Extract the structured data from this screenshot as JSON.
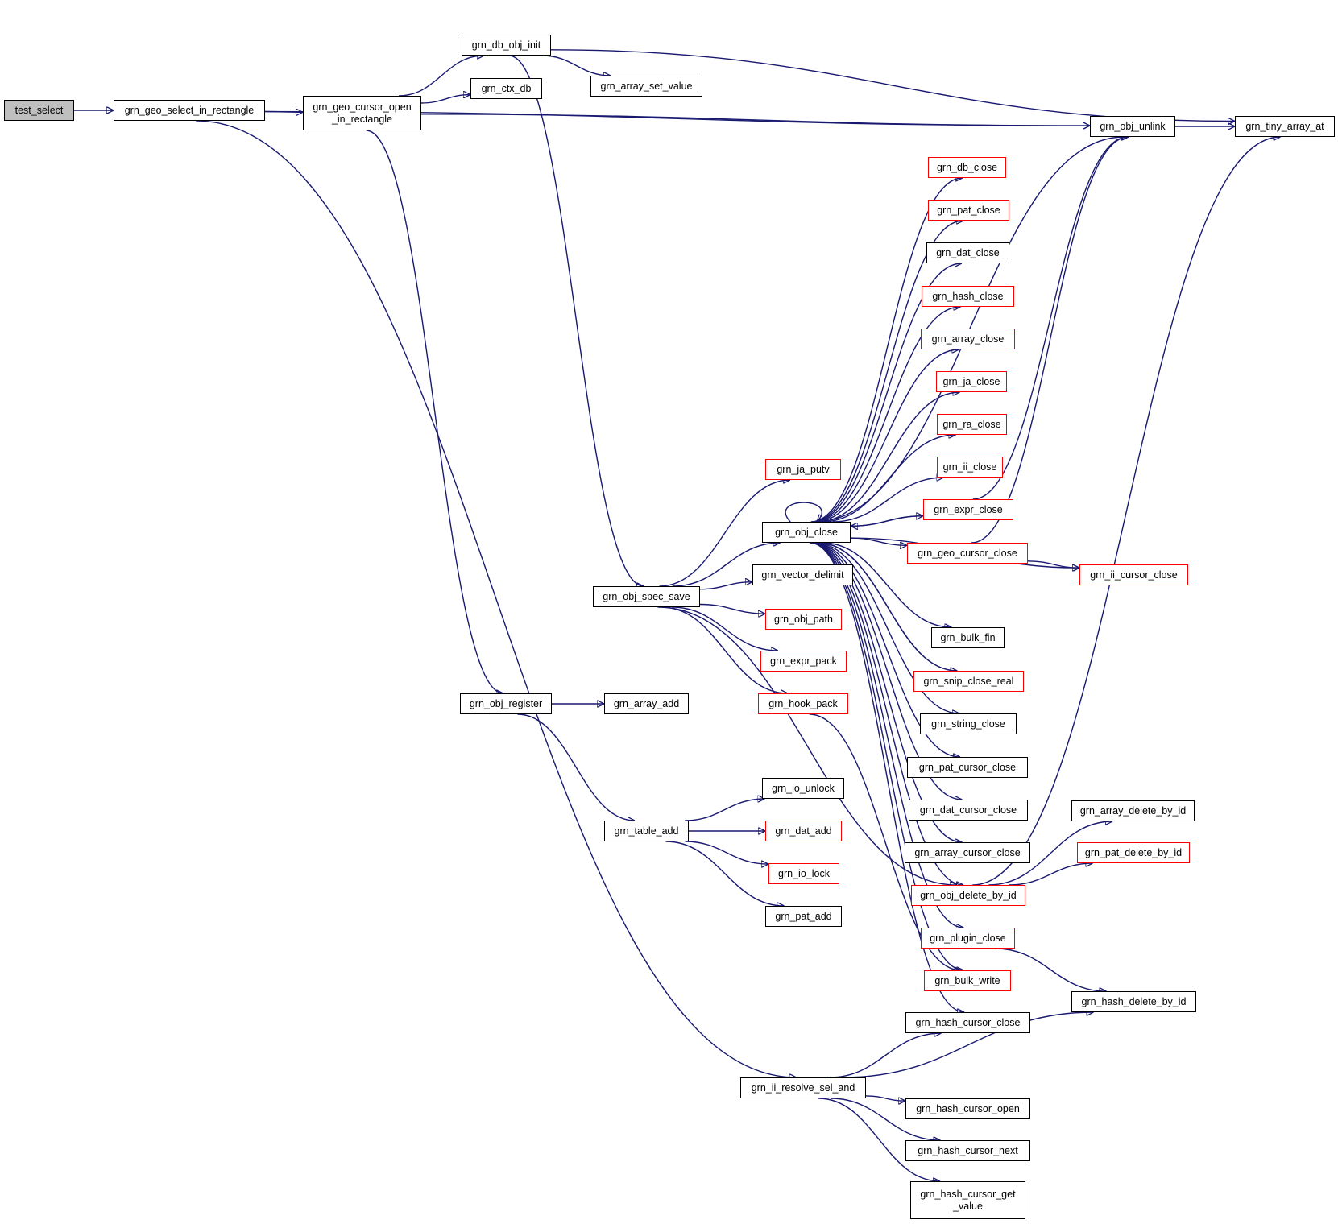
{
  "graph": {
    "nodes": [
      {
        "id": "test_select",
        "label": "test_select",
        "style": "root"
      },
      {
        "id": "grn_geo_select_in_rectangle",
        "label": "grn_geo_select_in_rectangle",
        "style": "normal"
      },
      {
        "id": "grn_geo_cursor_open_in_rectangle",
        "label": "grn_geo_cursor_open\n_in_rectangle",
        "style": "normal"
      },
      {
        "id": "grn_db_obj_init",
        "label": "grn_db_obj_init",
        "style": "normal"
      },
      {
        "id": "grn_ctx_db",
        "label": "grn_ctx_db",
        "style": "normal"
      },
      {
        "id": "grn_array_set_value",
        "label": "grn_array_set_value",
        "style": "normal"
      },
      {
        "id": "grn_obj_unlink",
        "label": "grn_obj_unlink",
        "style": "normal"
      },
      {
        "id": "grn_tiny_array_at",
        "label": "grn_tiny_array_at",
        "style": "normal"
      },
      {
        "id": "grn_db_close",
        "label": "grn_db_close",
        "style": "red"
      },
      {
        "id": "grn_pat_close",
        "label": "grn_pat_close",
        "style": "red"
      },
      {
        "id": "grn_dat_close",
        "label": "grn_dat_close",
        "style": "normal"
      },
      {
        "id": "grn_hash_close",
        "label": "grn_hash_close",
        "style": "red"
      },
      {
        "id": "grn_array_close",
        "label": "grn_array_close",
        "style": "red"
      },
      {
        "id": "grn_ja_close",
        "label": "grn_ja_close",
        "style": "red"
      },
      {
        "id": "grn_ra_close",
        "label": "grn_ra_close",
        "style": "red"
      },
      {
        "id": "grn_ii_close",
        "label": "grn_ii_close",
        "style": "red"
      },
      {
        "id": "grn_ja_putv",
        "label": "grn_ja_putv",
        "style": "red"
      },
      {
        "id": "grn_expr_close",
        "label": "grn_expr_close",
        "style": "red"
      },
      {
        "id": "grn_obj_close",
        "label": "grn_obj_close",
        "style": "normal"
      },
      {
        "id": "grn_geo_cursor_close",
        "label": "grn_geo_cursor_close",
        "style": "red"
      },
      {
        "id": "grn_ii_cursor_close",
        "label": "grn_ii_cursor_close",
        "style": "red"
      },
      {
        "id": "grn_vector_delimit",
        "label": "grn_vector_delimit",
        "style": "normal"
      },
      {
        "id": "grn_obj_spec_save",
        "label": "grn_obj_spec_save",
        "style": "normal"
      },
      {
        "id": "grn_obj_path",
        "label": "grn_obj_path",
        "style": "red"
      },
      {
        "id": "grn_bulk_fin",
        "label": "grn_bulk_fin",
        "style": "normal"
      },
      {
        "id": "grn_expr_pack",
        "label": "grn_expr_pack",
        "style": "red"
      },
      {
        "id": "grn_snip_close_real",
        "label": "grn_snip_close_real",
        "style": "red"
      },
      {
        "id": "grn_obj_register",
        "label": "grn_obj_register",
        "style": "normal"
      },
      {
        "id": "grn_array_add",
        "label": "grn_array_add",
        "style": "normal"
      },
      {
        "id": "grn_hook_pack",
        "label": "grn_hook_pack",
        "style": "red"
      },
      {
        "id": "grn_string_close",
        "label": "grn_string_close",
        "style": "normal"
      },
      {
        "id": "grn_pat_cursor_close",
        "label": "grn_pat_cursor_close",
        "style": "normal"
      },
      {
        "id": "grn_io_unlock",
        "label": "grn_io_unlock",
        "style": "normal"
      },
      {
        "id": "grn_array_delete_by_id",
        "label": "grn_array_delete_by_id",
        "style": "normal"
      },
      {
        "id": "grn_dat_cursor_close",
        "label": "grn_dat_cursor_close",
        "style": "normal"
      },
      {
        "id": "grn_table_add",
        "label": "grn_table_add",
        "style": "normal"
      },
      {
        "id": "grn_dat_add",
        "label": "grn_dat_add",
        "style": "red"
      },
      {
        "id": "grn_array_cursor_close",
        "label": "grn_array_cursor_close",
        "style": "normal"
      },
      {
        "id": "grn_pat_delete_by_id",
        "label": "grn_pat_delete_by_id",
        "style": "red"
      },
      {
        "id": "grn_io_lock",
        "label": "grn_io_lock",
        "style": "red"
      },
      {
        "id": "grn_obj_delete_by_id",
        "label": "grn_obj_delete_by_id",
        "style": "red"
      },
      {
        "id": "grn_pat_add",
        "label": "grn_pat_add",
        "style": "normal"
      },
      {
        "id": "grn_plugin_close",
        "label": "grn_plugin_close",
        "style": "red"
      },
      {
        "id": "grn_bulk_write",
        "label": "grn_bulk_write",
        "style": "red"
      },
      {
        "id": "grn_hash_delete_by_id",
        "label": "grn_hash_delete_by_id",
        "style": "normal"
      },
      {
        "id": "grn_hash_cursor_close",
        "label": "grn_hash_cursor_close",
        "style": "normal"
      },
      {
        "id": "grn_ii_resolve_sel_and",
        "label": "grn_ii_resolve_sel_and",
        "style": "normal"
      },
      {
        "id": "grn_hash_cursor_open",
        "label": "grn_hash_cursor_open",
        "style": "normal"
      },
      {
        "id": "grn_hash_cursor_next",
        "label": "grn_hash_cursor_next",
        "style": "normal"
      },
      {
        "id": "grn_hash_cursor_get_value",
        "label": "grn_hash_cursor_get\n_value",
        "style": "normal"
      }
    ],
    "edges": [
      [
        "test_select",
        "grn_geo_select_in_rectangle"
      ],
      [
        "grn_geo_select_in_rectangle",
        "grn_geo_cursor_open_in_rectangle"
      ],
      [
        "grn_geo_select_in_rectangle",
        "grn_obj_unlink"
      ],
      [
        "grn_geo_select_in_rectangle",
        "grn_ii_resolve_sel_and"
      ],
      [
        "grn_geo_cursor_open_in_rectangle",
        "grn_db_obj_init"
      ],
      [
        "grn_geo_cursor_open_in_rectangle",
        "grn_ctx_db"
      ],
      [
        "grn_geo_cursor_open_in_rectangle",
        "grn_obj_unlink"
      ],
      [
        "grn_geo_cursor_open_in_rectangle",
        "grn_obj_register"
      ],
      [
        "grn_db_obj_init",
        "grn_array_set_value"
      ],
      [
        "grn_db_obj_init",
        "grn_tiny_array_at"
      ],
      [
        "grn_db_obj_init",
        "grn_obj_spec_save"
      ],
      [
        "grn_obj_unlink",
        "grn_tiny_array_at"
      ],
      [
        "grn_obj_unlink",
        "grn_obj_close"
      ],
      [
        "grn_obj_spec_save",
        "grn_ja_putv"
      ],
      [
        "grn_obj_spec_save",
        "grn_obj_close"
      ],
      [
        "grn_obj_spec_save",
        "grn_vector_delimit"
      ],
      [
        "grn_obj_spec_save",
        "grn_obj_path"
      ],
      [
        "grn_obj_spec_save",
        "grn_expr_pack"
      ],
      [
        "grn_obj_spec_save",
        "grn_hook_pack"
      ],
      [
        "grn_obj_spec_save",
        "grn_obj_delete_by_id"
      ],
      [
        "grn_obj_close",
        "grn_obj_close"
      ],
      [
        "grn_obj_close",
        "grn_db_close"
      ],
      [
        "grn_obj_close",
        "grn_pat_close"
      ],
      [
        "grn_obj_close",
        "grn_dat_close"
      ],
      [
        "grn_obj_close",
        "grn_hash_close"
      ],
      [
        "grn_obj_close",
        "grn_array_close"
      ],
      [
        "grn_obj_close",
        "grn_ja_close"
      ],
      [
        "grn_obj_close",
        "grn_ra_close"
      ],
      [
        "grn_obj_close",
        "grn_ii_close"
      ],
      [
        "grn_obj_close",
        "grn_expr_close"
      ],
      [
        "grn_obj_close",
        "grn_geo_cursor_close"
      ],
      [
        "grn_obj_close",
        "grn_ii_cursor_close"
      ],
      [
        "grn_obj_close",
        "grn_bulk_fin"
      ],
      [
        "grn_obj_close",
        "grn_snip_close_real"
      ],
      [
        "grn_obj_close",
        "grn_string_close"
      ],
      [
        "grn_obj_close",
        "grn_pat_cursor_close"
      ],
      [
        "grn_obj_close",
        "grn_dat_cursor_close"
      ],
      [
        "grn_obj_close",
        "grn_array_cursor_close"
      ],
      [
        "grn_obj_close",
        "grn_obj_delete_by_id"
      ],
      [
        "grn_obj_close",
        "grn_plugin_close"
      ],
      [
        "grn_obj_close",
        "grn_bulk_write"
      ],
      [
        "grn_obj_close",
        "grn_hash_cursor_close"
      ],
      [
        "grn_expr_close",
        "grn_obj_close"
      ],
      [
        "grn_expr_close",
        "grn_obj_unlink"
      ],
      [
        "grn_geo_cursor_close",
        "grn_obj_unlink"
      ],
      [
        "grn_geo_cursor_close",
        "grn_ii_cursor_close"
      ],
      [
        "grn_snip_close_real",
        "grn_obj_close"
      ],
      [
        "grn_hook_pack",
        "grn_bulk_write"
      ],
      [
        "grn_obj_register",
        "grn_array_add"
      ],
      [
        "grn_obj_register",
        "grn_table_add"
      ],
      [
        "grn_table_add",
        "grn_io_unlock"
      ],
      [
        "grn_table_add",
        "grn_dat_add"
      ],
      [
        "grn_table_add",
        "grn_io_lock"
      ],
      [
        "grn_table_add",
        "grn_pat_add"
      ],
      [
        "grn_obj_delete_by_id",
        "grn_array_delete_by_id"
      ],
      [
        "grn_obj_delete_by_id",
        "grn_pat_delete_by_id"
      ],
      [
        "grn_obj_delete_by_id",
        "grn_tiny_array_at"
      ],
      [
        "grn_plugin_close",
        "grn_hash_delete_by_id"
      ],
      [
        "grn_ii_resolve_sel_and",
        "grn_hash_cursor_close"
      ],
      [
        "grn_ii_resolve_sel_and",
        "grn_hash_delete_by_id"
      ],
      [
        "grn_ii_resolve_sel_and",
        "grn_hash_cursor_open"
      ],
      [
        "grn_ii_resolve_sel_and",
        "grn_hash_cursor_next"
      ],
      [
        "grn_ii_resolve_sel_and",
        "grn_hash_cursor_get_value"
      ]
    ]
  }
}
